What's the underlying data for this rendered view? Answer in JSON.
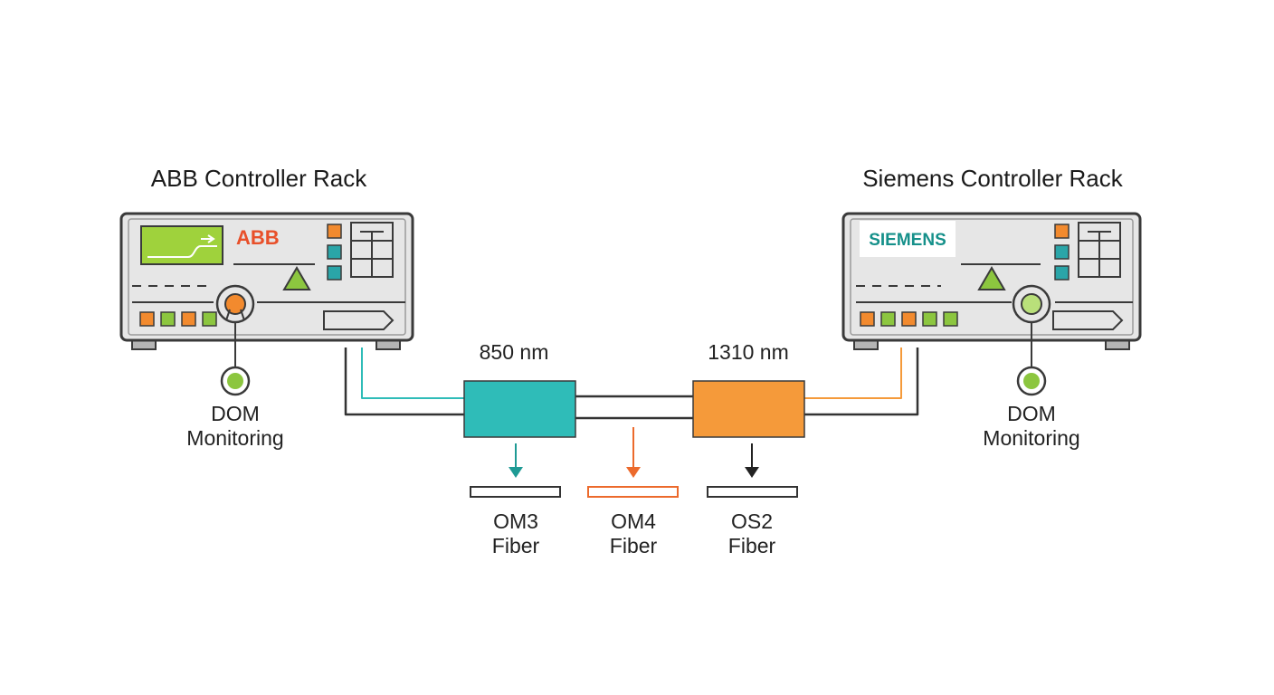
{
  "left_rack": {
    "title": "ABB Controller Rack",
    "brand": "ABB",
    "monitoring_line1": "DOM",
    "monitoring_line2": "Monitoring"
  },
  "right_rack": {
    "title": "Siemens Controller Rack",
    "brand": "SIEMENS",
    "monitoring_line1": "DOM",
    "monitoring_line2": "Monitoring"
  },
  "transceivers": [
    {
      "wavelength": "850 nm",
      "color": "#2fbcb8"
    },
    {
      "wavelength": "1310 nm",
      "color": "#f59a3a"
    }
  ],
  "fibers": [
    {
      "type": "OM3",
      "suffix": "Fiber",
      "color": "#1e9a94"
    },
    {
      "type": "OM4",
      "suffix": "Fiber",
      "color": "#ec6a2c"
    },
    {
      "type": "OS2",
      "suffix": "Fiber",
      "color": "#222222"
    }
  ],
  "colors": {
    "chassis": "#e6e6e6",
    "chassis_stroke": "#3a3a3a",
    "led_orange": "#f28a2e",
    "led_green": "#8cc63f",
    "led_teal": "#2aa5a8",
    "screen": "#9fd23c",
    "warning_triangle": "#8cc63f"
  }
}
